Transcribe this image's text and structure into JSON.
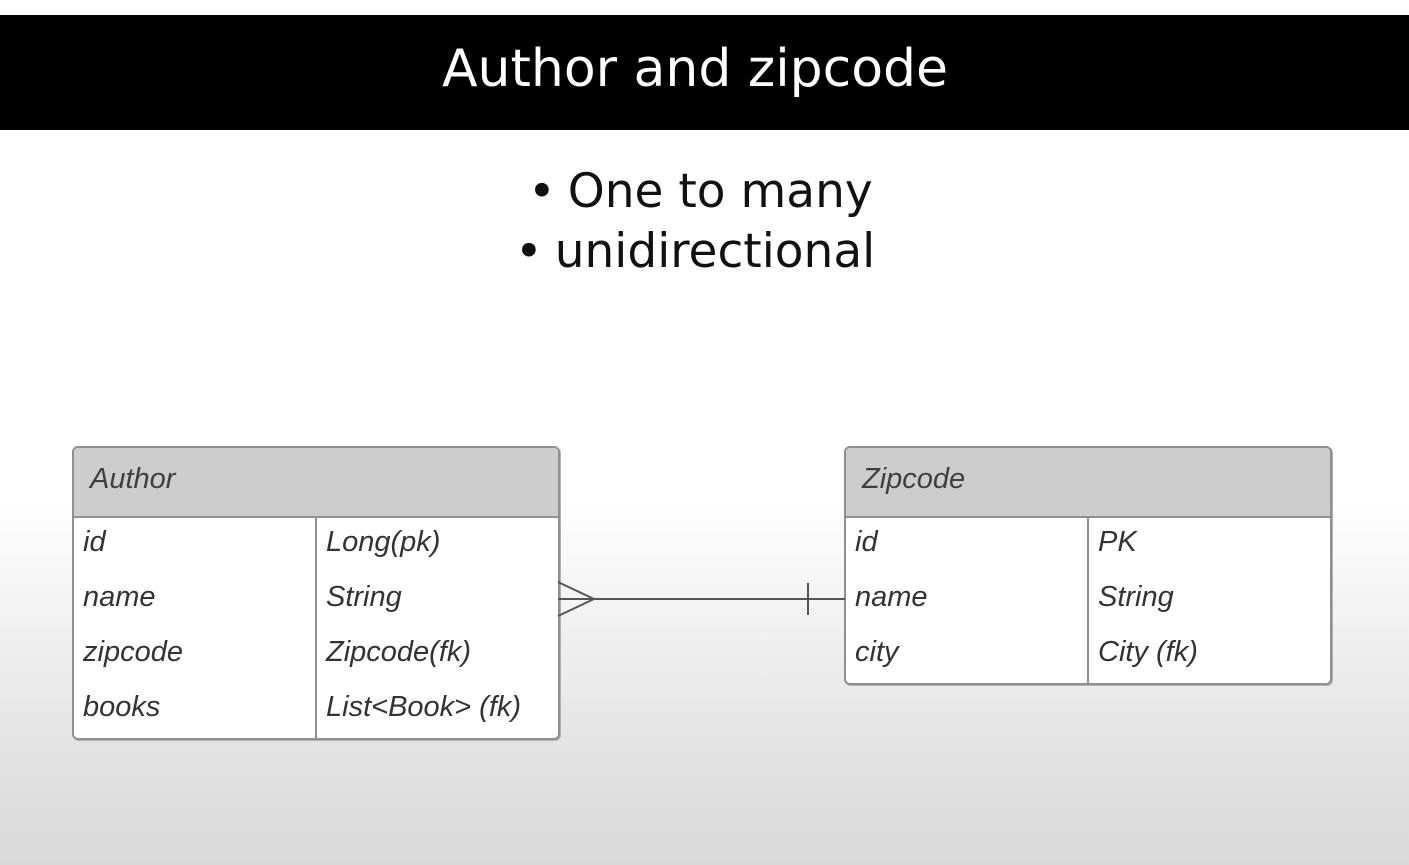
{
  "slide": {
    "title": "Author and zipcode",
    "bullets": [
      "One to many",
      "unidirectional"
    ]
  },
  "diagram": {
    "entities": [
      {
        "name": "Author",
        "rows": [
          {
            "field": "id",
            "type": "Long(pk)"
          },
          {
            "field": "name",
            "type": "String"
          },
          {
            "field": "zipcode",
            "type": "Zipcode(fk)"
          },
          {
            "field": "books",
            "type": "List<Book> (fk)"
          }
        ]
      },
      {
        "name": "Zipcode",
        "rows": [
          {
            "field": "id",
            "type": "PK"
          },
          {
            "field": "name",
            "type": "String"
          },
          {
            "field": "city",
            "type": "City (fk)"
          }
        ]
      }
    ],
    "relationship": {
      "from": "Author",
      "to": "Zipcode",
      "from_end": "many",
      "to_end": "one"
    }
  }
}
